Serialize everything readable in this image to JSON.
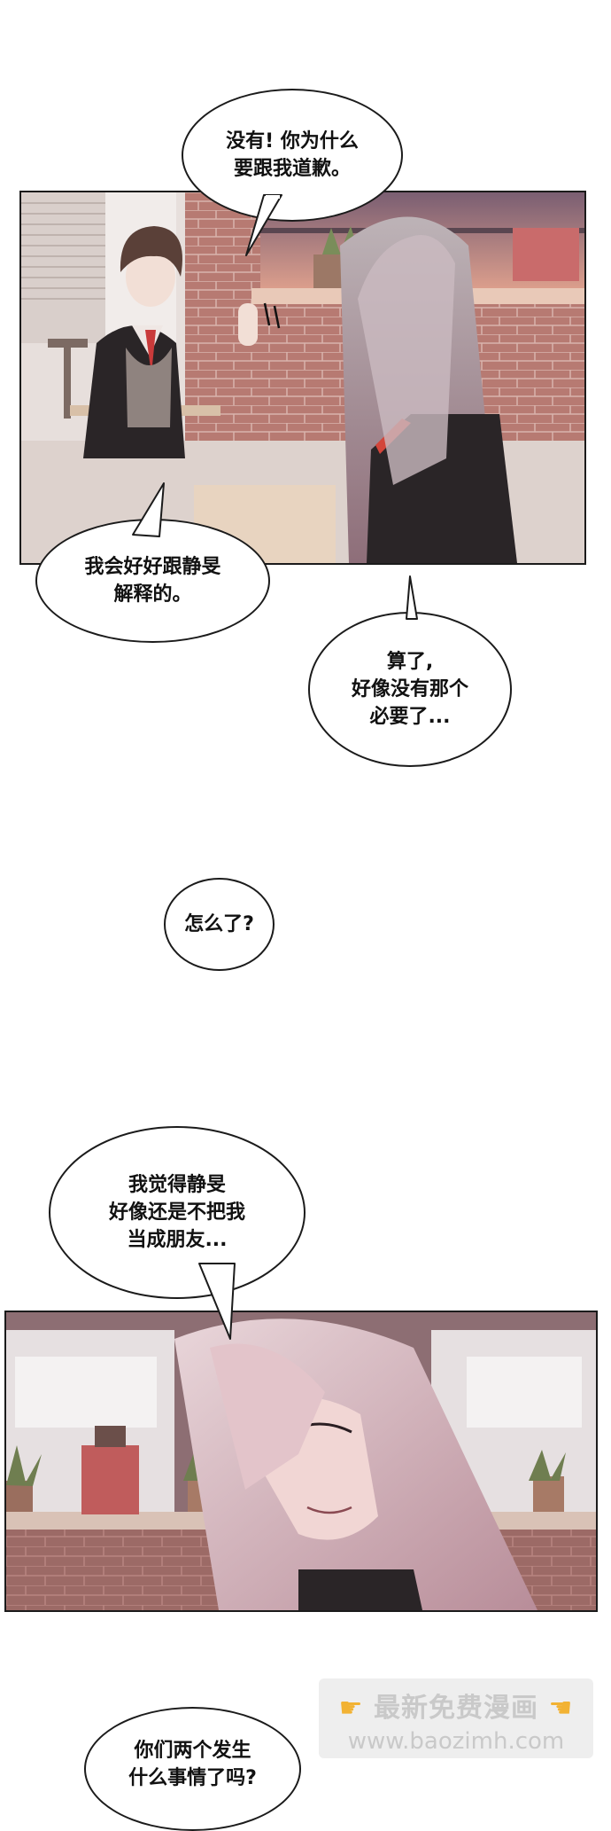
{
  "colors": {
    "panel_border": "#1b1b1b",
    "brick": "#b77a72",
    "wall": "#e3dad6",
    "hair": "#c9b0b8",
    "jacket": "#2a2527",
    "accent": "#c93a3a"
  },
  "bubbles": {
    "b1": "没有! 你为什么\n要跟我道歉。",
    "b2": "我会好好跟静旻\n解释的。",
    "b3": "算了,\n好像没有那个\n必要了...",
    "b4": "怎么了?",
    "b5": "我觉得静旻\n好像还是不把我\n当成朋友...",
    "b6": "你们两个发生\n什么事情了吗?"
  },
  "watermark": {
    "title": "最新免费漫画",
    "url": "www.baozimh.com",
    "icon": "pointing-hand-icon"
  }
}
